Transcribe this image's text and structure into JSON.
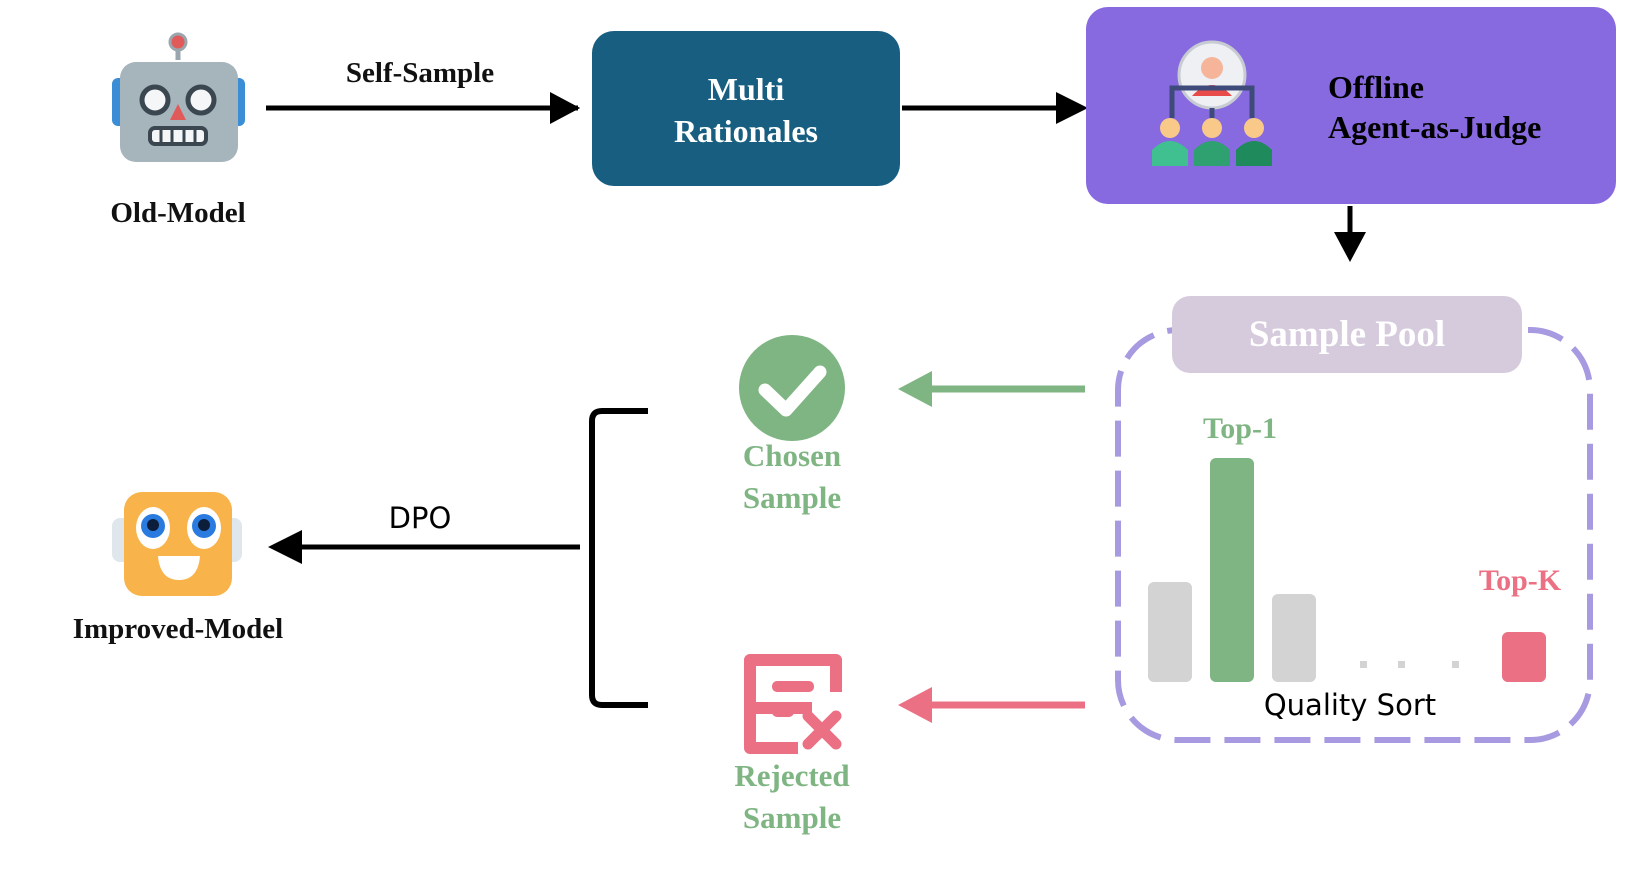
{
  "old_model": {
    "label": "Old-Model",
    "icon": "robot-gray-icon"
  },
  "self_sample_label": "Self-Sample",
  "multi_rationales": {
    "line1": "Multi",
    "line2": "Rationales",
    "color": "#175E80"
  },
  "judge": {
    "line1": "Offline",
    "line2": "Agent-as-Judge",
    "color": "#8769E0",
    "icon": "judge-hierarchy-icon"
  },
  "sample_pool": {
    "title": "Sample Pool",
    "title_bg": "#D6CBDD",
    "border_color": "#A89AE0",
    "top1_label": "Top-1",
    "topk_label": "Top-K",
    "sort_label": "Quality Sort",
    "bar_colors": {
      "neutral": "#D3D3D3",
      "top": "#7FB583",
      "bottom": "#EC7083"
    }
  },
  "chosen": {
    "line1": "Chosen",
    "line2": "Sample",
    "color": "#7FB583",
    "icon": "check-circle-icon"
  },
  "rejected": {
    "line1": "Rejected",
    "line2": "Sample",
    "color": "#EC7083",
    "text_color": "#7FB583",
    "icon": "rejected-document-icon"
  },
  "dpo_label": "DPO",
  "improved_model": {
    "label": "Improved-Model",
    "icon": "robot-happy-icon"
  }
}
